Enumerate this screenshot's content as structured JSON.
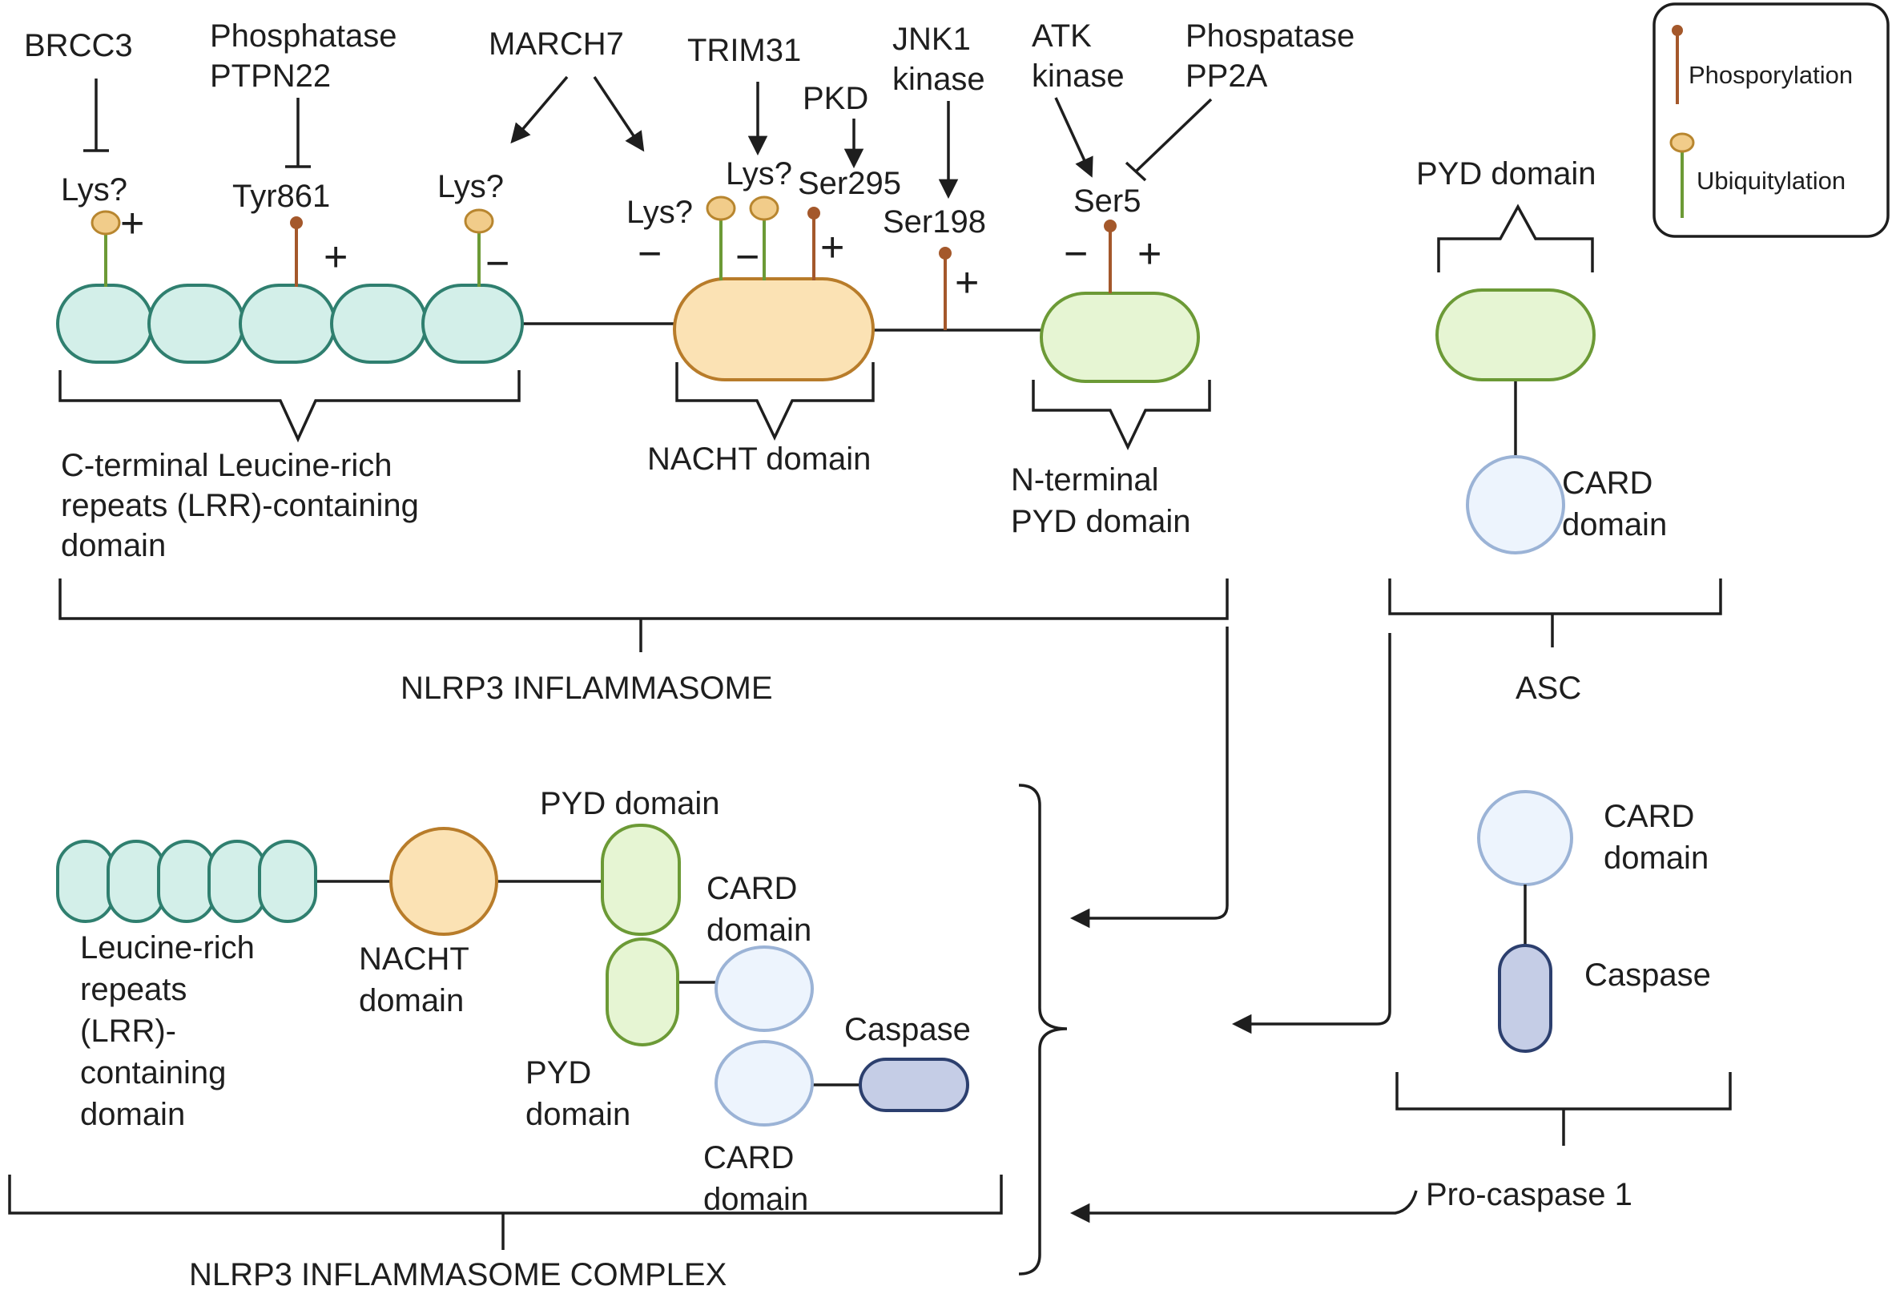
{
  "regulators": {
    "brcc3": "BRCC3",
    "ptpn22_line1": "Phosphatase",
    "ptpn22_line2": "PTPN22",
    "march7": "MARCH7",
    "trim31": "TRIM31",
    "pkd": "PKD",
    "jnk1_line1": "JNK1",
    "jnk1_line2": "kinase",
    "atk_line1": "ATK",
    "atk_line2": "kinase",
    "pp2a_line1": "Phospatase",
    "pp2a_line2": "PP2A"
  },
  "legend": {
    "phosphorylation": "Phosporylation",
    "ubiquitylation": "Ubiquitylation"
  },
  "sites": {
    "lys_1": "Lys?",
    "tyr861": "Tyr861",
    "lys_2": "Lys?",
    "lys_3": "Lys?",
    "lys_4": "Lys?",
    "ser295": "Ser295",
    "ser198": "Ser198",
    "ser5": "Ser5"
  },
  "signs": {
    "plus": "+",
    "minus": "−"
  },
  "nlrp3": {
    "lrr_line1": "C-terminal Leucine-rich",
    "lrr_line2": "repeats (LRR)-containing",
    "lrr_line3": "domain",
    "nacht": "NACHT domain",
    "pyd_line1": "N-terminal",
    "pyd_line2": "PYD domain",
    "title": "NLRP3 INFLAMMASOME"
  },
  "asc": {
    "pyd": "PYD domain",
    "card_line1": "CARD",
    "card_line2": "domain",
    "title": "ASC"
  },
  "procaspase": {
    "card_line1": "CARD",
    "card_line2": "domain",
    "caspase": "Caspase",
    "title": "Pro-caspase 1"
  },
  "complex": {
    "lrr_line1": "Leucine-rich",
    "lrr_line2": "repeats",
    "lrr_line3": "(LRR)-",
    "lrr_line4": "containing",
    "lrr_line5": "domain",
    "nacht_line1": "NACHT",
    "nacht_line2": "domain",
    "pyd_top": "PYD domain",
    "card_top_line1": "CARD",
    "card_top_line2": "domain",
    "pyd_bottom_line1": "PYD",
    "pyd_bottom_line2": "domain",
    "card_bottom_line1": "CARD",
    "card_bottom_line2": "domain",
    "caspase": "Caspase",
    "title": "NLRP3 INFLAMMASOME COMPLEX"
  }
}
